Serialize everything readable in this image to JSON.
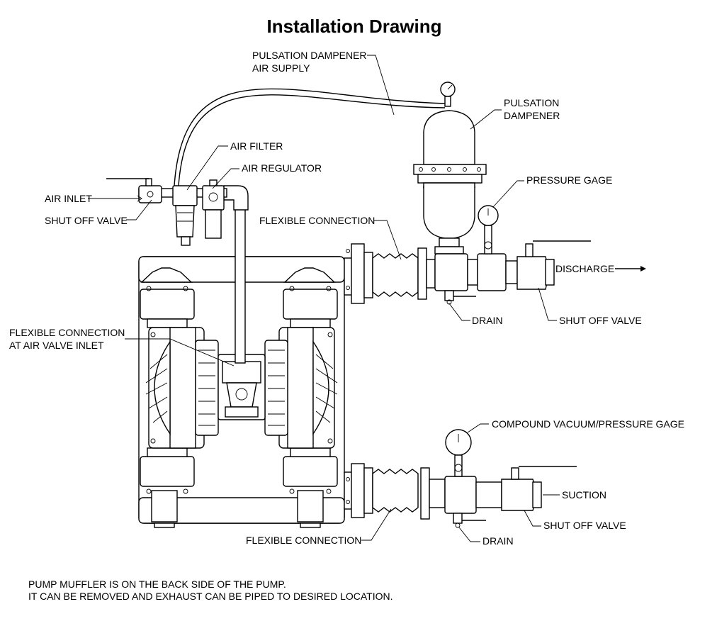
{
  "title": "Installation Drawing",
  "labels": {
    "pulsation_air_1": "PULSATION DAMPENER",
    "pulsation_air_2": "AIR SUPPLY",
    "pulsation_dampener_1": "PULSATION",
    "pulsation_dampener_2": "DAMPENER",
    "air_filter": "AIR FILTER",
    "air_regulator": "AIR REGULATOR",
    "pressure_gage": "PRESSURE GAGE",
    "air_inlet": "AIR INLET",
    "shut_off_valve_air": "SHUT OFF VALVE",
    "flexible_connection_top": "FLEXIBLE CONNECTION",
    "discharge": "DISCHARGE",
    "drain_top": "DRAIN",
    "shut_off_valve_discharge": "SHUT OFF VALVE",
    "flex_air_valve_1": "FLEXIBLE CONNECTION",
    "flex_air_valve_2": "AT AIR VALVE INLET",
    "compound_gage": "COMPOUND VACUUM/PRESSURE GAGE",
    "suction": "SUCTION",
    "shut_off_valve_suction": "SHUT OFF VALVE",
    "flexible_connection_bottom": "FLEXIBLE CONNECTION",
    "drain_bottom": "DRAIN"
  },
  "notes": {
    "line1": "PUMP MUFFLER IS ON THE BACK SIDE OF THE PUMP.",
    "line2": "IT CAN BE REMOVED AND EXHAUST CAN BE PIPED TO DESIRED LOCATION."
  }
}
